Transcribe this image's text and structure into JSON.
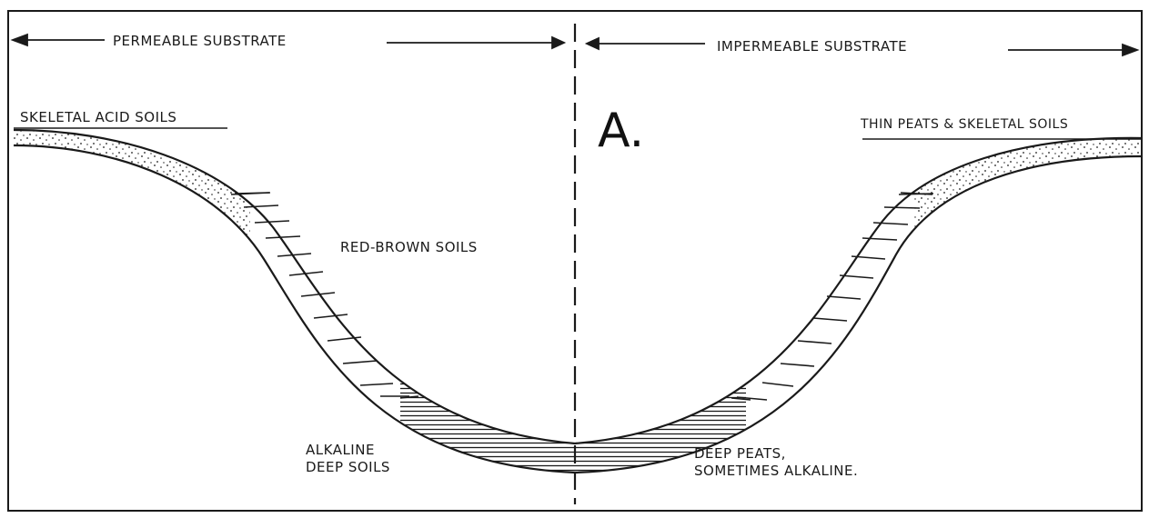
{
  "diagram": {
    "top_labels": {
      "left": "PERMEABLE SUBSTRATE",
      "right": "IMPERMEABLE SUBSTRATE"
    },
    "panel_letter": "A.",
    "soil_labels": {
      "skeletal_acid": "SKELETAL ACID SOILS",
      "thin_peats": "THIN PEATS & SKELETAL SOILS",
      "red_brown": "RED-BROWN SOILS",
      "alkaline_deep_line1": "ALKALINE",
      "alkaline_deep_line2": "DEEP SOILS",
      "deep_peats_line1": "DEEP PEATS,",
      "deep_peats_line2": "SOMETIMES ALKALINE."
    },
    "colors": {
      "ink": "#1a1a1a",
      "paper": "#ffffff"
    }
  }
}
